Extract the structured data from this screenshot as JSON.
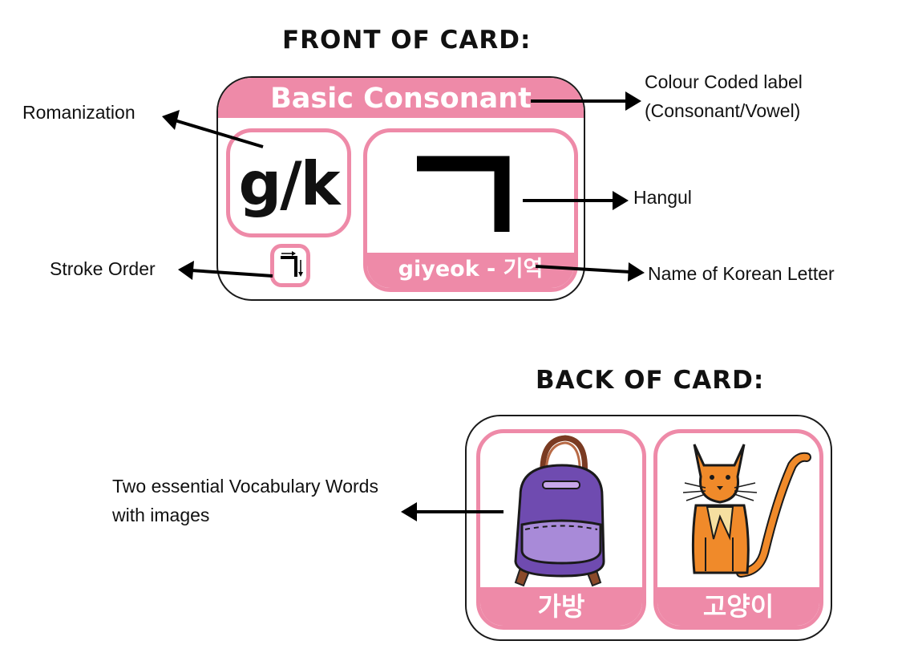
{
  "front_title": "FRONT OF CARD:",
  "back_title": "BACK OF CARD:",
  "front_card": {
    "label": "Basic Consonant",
    "romanization": "g/k",
    "hangul": "ㄱ",
    "letter_name": "giyeok - 기역",
    "stroke_glyph": "ㄱ"
  },
  "back_card": {
    "vocab": [
      {
        "word": "가방",
        "image": "backpack-icon"
      },
      {
        "word": "고양이",
        "image": "cat-icon"
      }
    ]
  },
  "annotations": {
    "romanization": "Romanization",
    "colour_label_1": "Colour Coded label",
    "colour_label_2": "(Consonant/Vowel)",
    "hangul": "Hangul",
    "stroke_order": "Stroke Order",
    "letter_name": "Name of Korean Letter",
    "vocab_1": "Two essential Vocabulary Words",
    "vocab_2": "with images"
  },
  "colors": {
    "label_pink": "#ee8aa8",
    "outline": "#1a1a1a",
    "backpack_purple": "#6f4bb0",
    "cat_orange": "#f08a2a"
  }
}
